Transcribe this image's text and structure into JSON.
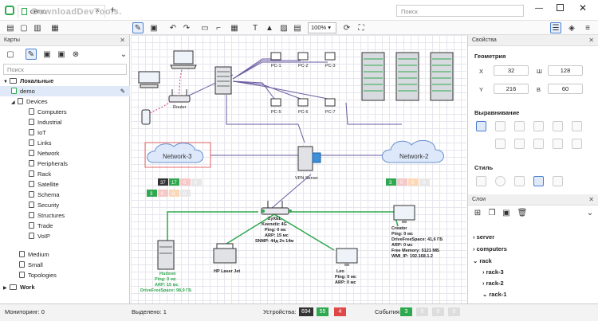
{
  "window": {
    "logo_text": "DownloadDevTools.",
    "tab_title": "demo",
    "search_placeholder": "Поиск",
    "tab_close": "×",
    "add_tab": "+"
  },
  "toolbar": {
    "zoom": "100%"
  },
  "left": {
    "title": "Карты",
    "search_placeholder": "Поиск",
    "tree": [
      "Локальные",
      "demo",
      "Devices",
      "Computers",
      "Industrial",
      "IoT",
      "Links",
      "Network",
      "Peripherals",
      "Rack",
      "Satellite",
      "Schema",
      "Security",
      "Structures",
      "Trade",
      "VoIP",
      "Medium",
      "Small",
      "Topologies",
      "Work"
    ]
  },
  "right": {
    "title": "Свойства",
    "geometry": "Геометрия",
    "x_label": "X",
    "y_label": "Y",
    "w_label": "Ш",
    "h_label": "В",
    "x": "32",
    "y": "216",
    "w": "128",
    "h": "60",
    "align": "Выравнивание",
    "style": "Стиль",
    "layers_title": "Слои",
    "layers": [
      "server",
      "computers",
      "rack",
      "rack-3",
      "rack-2",
      "rack-1"
    ]
  },
  "diagram": {
    "router": "Router",
    "pcs": [
      "PC-1",
      "PC-2",
      "PC-3",
      "PC-5",
      "PC-6",
      "PC-7"
    ],
    "network3": "Network-3",
    "network2": "Network-2",
    "vpn": "VPN Server",
    "badges3": [
      "37",
      "17",
      "0",
      "0"
    ],
    "badges3b": [
      "3",
      "0",
      "0",
      "0"
    ],
    "badges2": [
      "3",
      "0",
      "0",
      "0"
    ],
    "zyxel": [
      "ZyXEL",
      "Keenetic 4G",
      "Ping: 0 мс",
      "ARP: 15 мс",
      "SNMP: 44д 2ч 14м"
    ],
    "creator": [
      "Creator",
      "Ping: 0 мс",
      "DriveFreeSpace: 41,6 ГБ",
      "ARP: 0 мс",
      "Free Memory: 5121 МБ",
      "WMI_IP: 192.168.1.2"
    ],
    "hudson": [
      "Hudson",
      "Ping: 0 мс",
      "ARP: 15 мс",
      "DriveFreeSpace: 98,9 ГБ"
    ],
    "hp": "HP Laser Jet",
    "leo": [
      "Leo",
      "Ping: 0 мс",
      "ARP: 0 мс"
    ]
  },
  "status": {
    "monitoring": "Мониторинг: 0",
    "selected": "Выделено: 1",
    "devices": "Устройства:",
    "dev_counts": [
      "694",
      "55",
      "4"
    ],
    "events": "События:",
    "ev_counts": [
      "3",
      "0",
      "0",
      "0"
    ]
  },
  "colors": {
    "green": "#2fa84f",
    "red": "#e04848",
    "dark": "#333333",
    "accent": "#4a7fd0"
  }
}
